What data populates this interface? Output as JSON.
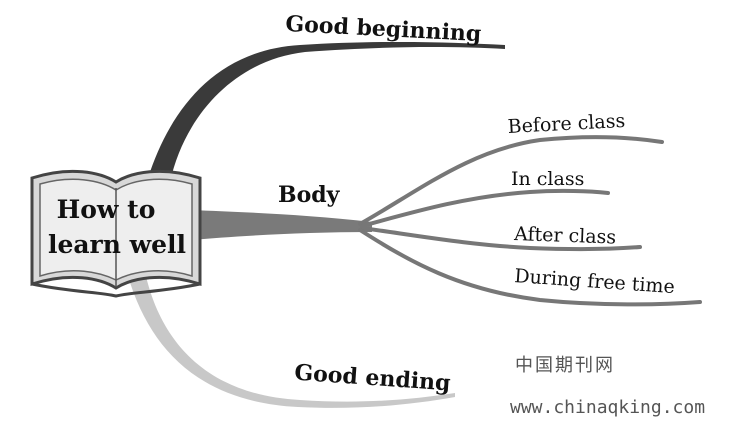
{
  "center": {
    "line1": "How to",
    "line2": "learn well"
  },
  "branches": {
    "top": "Good beginning",
    "middle": "Body",
    "bottom": "Good ending"
  },
  "body_items": [
    "Before class",
    "In class",
    "After class",
    "During free time"
  ],
  "watermark": {
    "chinese": "中国期刊网",
    "url": "www.chinaqking.com"
  },
  "colors": {
    "top_branch": "#3a3a3a",
    "middle_branch": "#7a7a7a",
    "bottom_branch": "#c8c8c8",
    "book_fill": "#d8d8d8",
    "book_stroke": "#444444"
  }
}
